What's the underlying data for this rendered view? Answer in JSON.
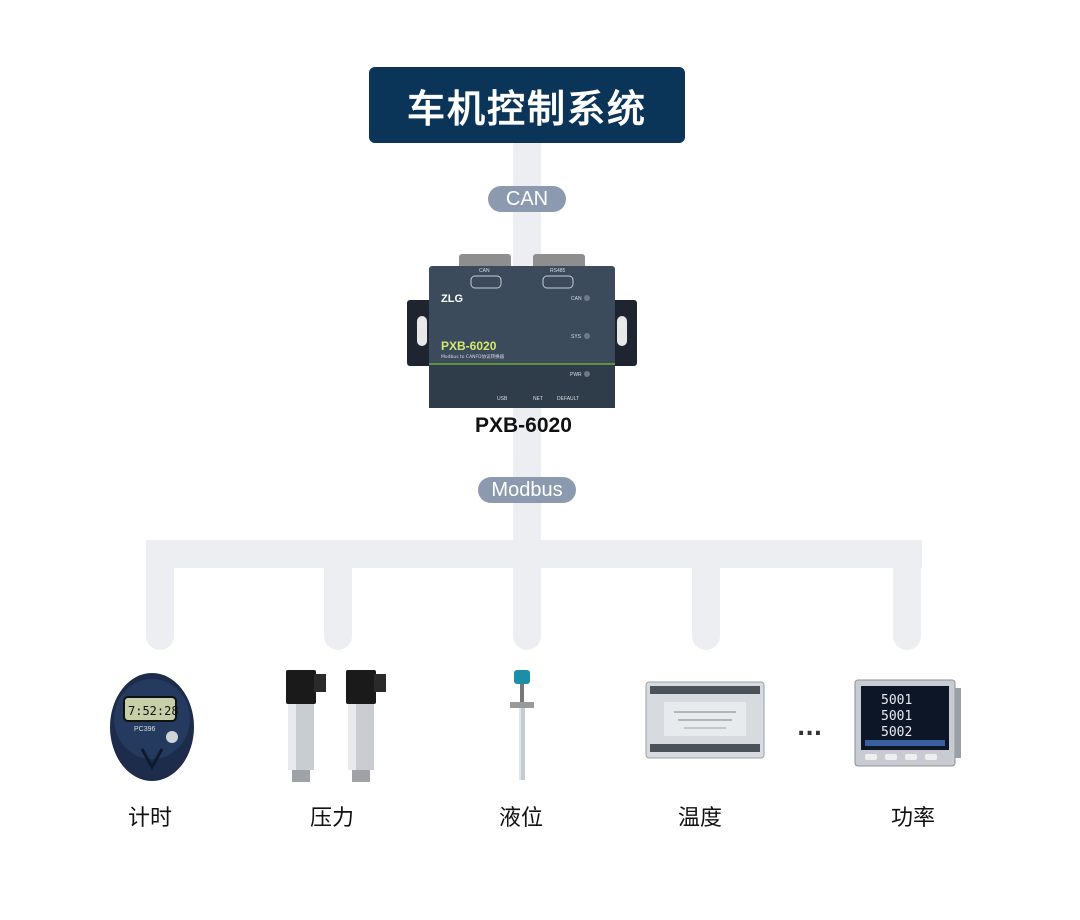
{
  "title": "车机控制系统",
  "link_top": "CAN",
  "link_bottom": "Modbus",
  "gateway": {
    "model": "PXB-6020",
    "brand": "ZLG",
    "product_text": "PXB-6020",
    "product_sub": "Modbus to CANFD协议转换器",
    "port_labels": [
      "CAN",
      "RS485"
    ],
    "led_labels": [
      "CAN",
      "SYS",
      "PWR"
    ],
    "bottom_labels": [
      "USB",
      "NET",
      "DEFAULT"
    ]
  },
  "devices": [
    {
      "label": "计时",
      "detail": "PC396",
      "readout": "7:52:28"
    },
    {
      "label": "压力"
    },
    {
      "label": "液位"
    },
    {
      "label": "温度"
    },
    {
      "label": "功率",
      "readout": [
        "5001",
        "5001",
        "5002"
      ]
    }
  ],
  "ellipsis": "...",
  "colors": {
    "title_bg": "#0b3558",
    "pill_bg": "#8c9ab0",
    "connector": "#eceef2"
  }
}
